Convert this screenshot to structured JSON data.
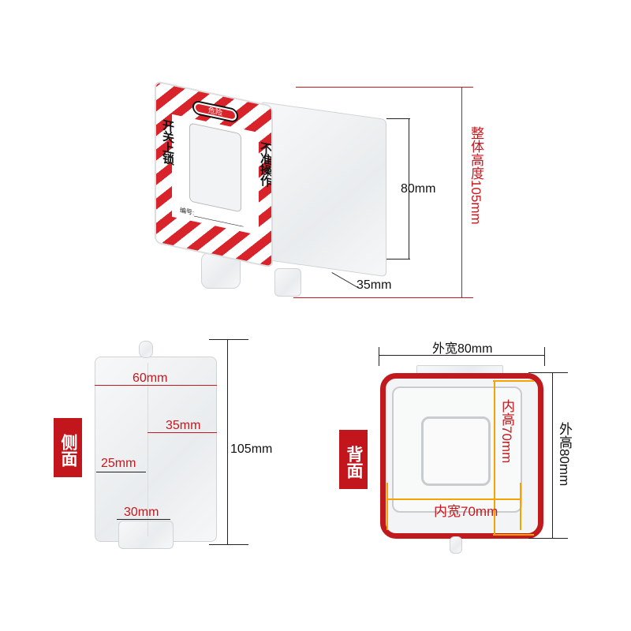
{
  "top_view": {
    "tag_header": "危险",
    "tag_left_text": "开关上锁",
    "tag_right_text": "不准操作",
    "tag_number_label": "编号:",
    "height_label": "80mm",
    "depth_label": "35mm",
    "total_height_label": "整体高度105mm"
  },
  "side_view": {
    "title": "侧面",
    "width_label": "60mm",
    "depth_label": "35mm",
    "inner_label": "25mm",
    "tab_label": "30mm",
    "height_label": "105mm"
  },
  "back_view": {
    "title": "背面",
    "outer_width_label": "外宽80mm",
    "outer_height_label": "外高80mm",
    "inner_height_label": "内高70mm",
    "inner_width_label": "内宽70mm"
  },
  "colors": {
    "accent_red": "#c8161d",
    "orange": "#f5a300"
  }
}
